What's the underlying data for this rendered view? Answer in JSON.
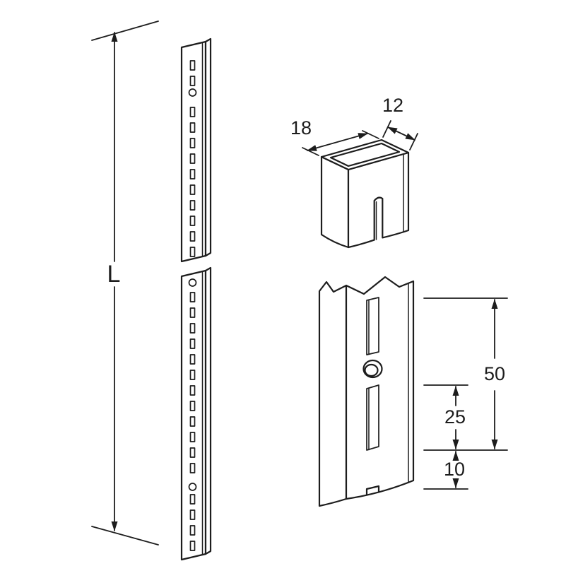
{
  "drawing": {
    "background": "#ffffff",
    "line_color": "#1d1d1d",
    "labels": {
      "length": "L",
      "width": "18",
      "depth": "12",
      "span50": "50",
      "span25": "25",
      "span10": "10"
    },
    "views": [
      {
        "name": "full-rail",
        "note": "full-length slotted upright shown in two broken segments with overall length L"
      },
      {
        "name": "profile-section",
        "note": "channel profile section, width 18, depth 12"
      },
      {
        "name": "slot-detail",
        "note": "enlarged slot and hole detail with spacings 50, 25, 10"
      }
    ]
  }
}
